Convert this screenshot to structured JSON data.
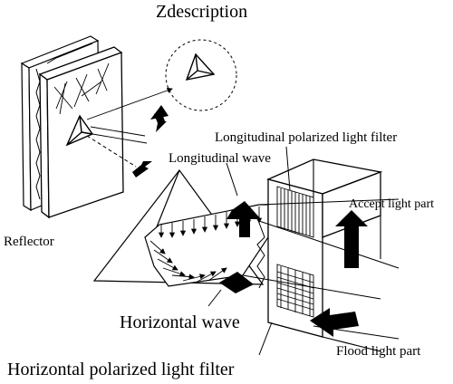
{
  "title": "Zdescription",
  "labels": {
    "reflector": "Reflector",
    "longitudinal_filter": "Longitudinal polarized light filter",
    "longitudinal_wave": "Longitudinal wave",
    "accept_light_part": "Accept light part",
    "horizontal_wave": "Horizontal wave",
    "flood_light_part": "Flood light part",
    "horizontal_filter": "Horizontal polarized light filter"
  },
  "colors": {
    "stroke": "#000000",
    "fill": "#ffffff",
    "guide": "#999999"
  }
}
